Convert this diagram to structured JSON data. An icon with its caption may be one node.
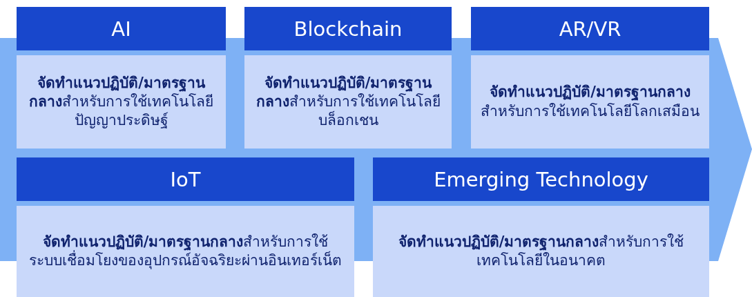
{
  "diagram": {
    "nodes": [
      {
        "text": [
          "AI",
          "**จัดทำแนวปฏิบัติ/มาตรฐานกลาง**สำหรับการใช้เทคโนโลยีปัญญาประดิษฐ์"
        ]
      },
      {
        "text": [
          "Blockchain",
          "**จัดทำแนวปฏิบัติ/มาตรฐานกลาง**สำหรับการใช้เทคโนโลยีบล็อกเชน"
        ]
      },
      {
        "text": [
          "AR/VR",
          "**จัดทำแนวปฏิบัติ/มาตรฐานกลาง**สำหรับการใช้เทคโนโลยีโลกเสมือน"
        ]
      },
      {
        "text": [
          "IoT",
          "**จัดทำแนวปฏิบัติ/มาตรฐานกลาง**สำหรับการใช้ระบบเชื่อมโยงของอุปกรณ์อัจฉริยะผ่านอินเทอร์เน็ต"
        ]
      },
      {
        "text": [
          "Emerging Technology",
          "**จัดทำแนวปฏิบัติ/มาตรฐานกลาง**สำหรับการใช้เทคโนโลยีในอนาคต"
        ]
      }
    ]
  }
}
